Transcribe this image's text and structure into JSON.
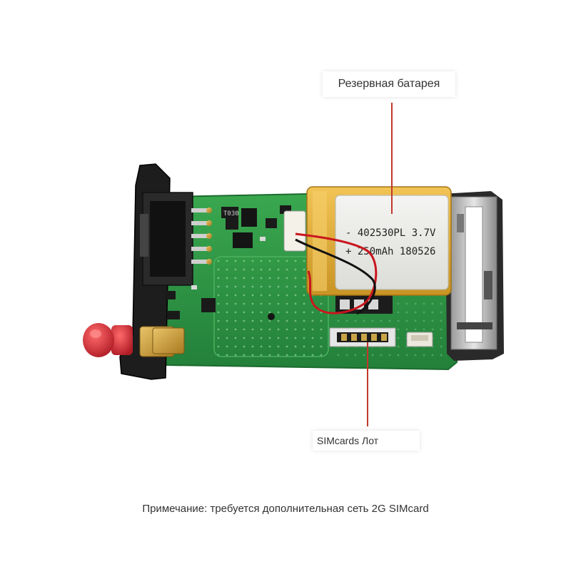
{
  "callouts": {
    "battery_label": "Резервная батарея",
    "sim_label": "SIMcards Лот"
  },
  "battery": {
    "line1": "- 402530PL 3.7V",
    "line2": "+ 250mAh 180526"
  },
  "pcb": {
    "chip_marking": "T030"
  },
  "footer": {
    "note": "Примечание: требуется дополнительная сеть 2G SIMcard"
  },
  "colors": {
    "pcb_green": "#2f9a45",
    "battery_yellow": "#e8b53a",
    "callout_line": "#c0392b",
    "antenna_red": "#d62a35"
  }
}
